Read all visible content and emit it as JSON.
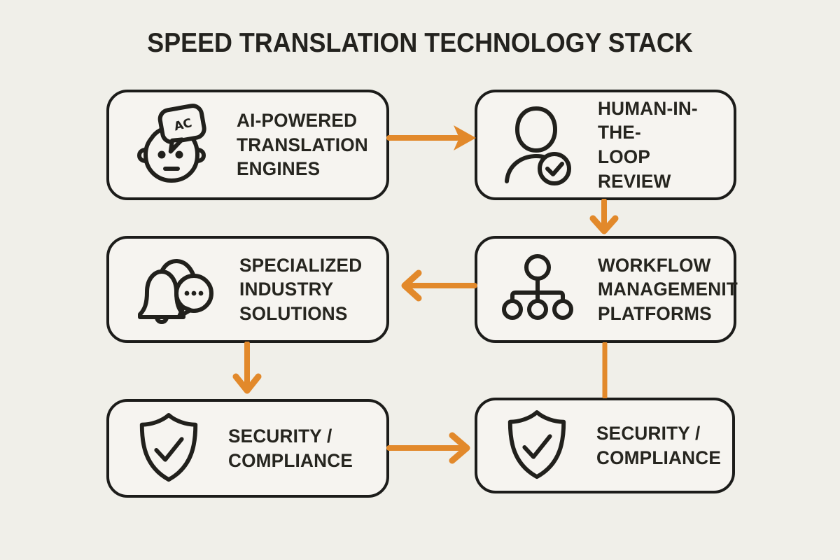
{
  "title": "SPEED TRANSLATION TECHNOLOGY STACK",
  "colors": {
    "background": "#f0efe9",
    "node_fill": "#f6f4f0",
    "node_border": "#1c1c1a",
    "text": "#26251f",
    "arrow": "#e2892b"
  },
  "nodes": [
    {
      "id": "ai-translation",
      "label": "AI-POWERED\nTRANSLATION\nENGINES",
      "icon": "robot-chat-icon",
      "icon_glyph": "AC"
    },
    {
      "id": "human-review",
      "label": "HUMAN-IN-THE-\nLOOP REVIEW",
      "icon": "person-check-icon"
    },
    {
      "id": "industry-solutions",
      "label": "SPECIALIZED\nINDUSTRY\nSOLUTIONS",
      "icon": "bells-chat-icon"
    },
    {
      "id": "workflow-platforms",
      "label": "WORKFLOW\nMANAGEMENIT\nPLATFORMS",
      "icon": "org-chart-icon"
    },
    {
      "id": "security-left",
      "label": "SECURITY /\nCOMPLIANCE",
      "icon": "shield-check-icon"
    },
    {
      "id": "security-right",
      "label": "SECURITY /\nCOMPLIANCE",
      "icon": "shield-check-icon"
    }
  ],
  "connections": [
    {
      "from": "ai-translation",
      "to": "human-review",
      "direction": "right",
      "head": "filled-triangle"
    },
    {
      "from": "human-review",
      "to": "workflow-platforms",
      "direction": "down",
      "head": "chevron"
    },
    {
      "from": "workflow-platforms",
      "to": "industry-solutions",
      "direction": "left",
      "head": "chevron"
    },
    {
      "from": "industry-solutions",
      "to": "security-left",
      "direction": "down",
      "head": "chevron"
    },
    {
      "from": "workflow-platforms",
      "to": "security-right",
      "direction": "down",
      "head": "none"
    },
    {
      "from": "security-left",
      "to": "security-right",
      "direction": "right",
      "head": "chevron"
    }
  ]
}
